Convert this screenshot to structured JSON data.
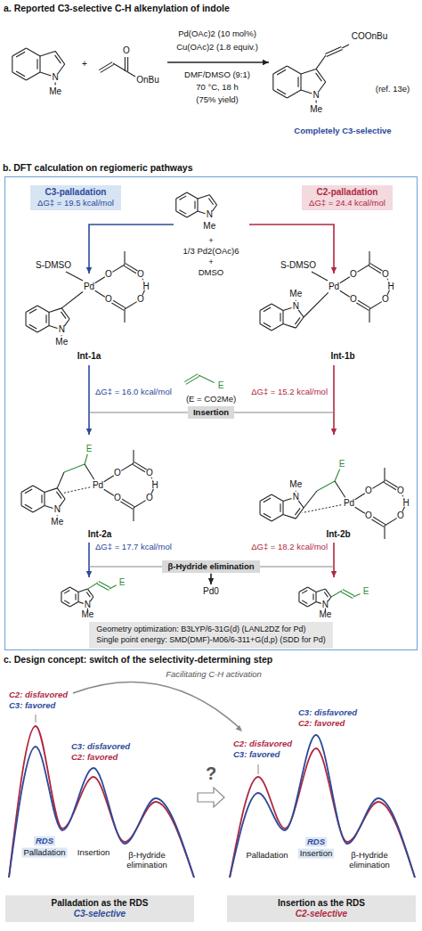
{
  "diagram": {
    "nodes": [
      {
        "text": [
          "b. DFT calculation on regiomeric pathways"
        ]
      },
      {
        "text": [
          "C3-palladation",
          "ΔG‡ = 19.5 kcal/mol"
        ],
        "in": 0
      },
      {
        "text": [
          "C2-palladation",
          "ΔG‡ = 24.4 kcal/mol"
        ],
        "in": 0
      },
      {
        "text": [
          "Insertion"
        ],
        "in": 0
      },
      {
        "text": [
          "β-Hydride elimination"
        ],
        "in": 0
      },
      {
        "text": [
          "Geometry optimization: B3LYP/6-31G(d) (LANL2DZ for Pd)",
          "Single point energy: SMD(DMF)-M06/6-311+G(d,p) (SDD for Pd)"
        ],
        "in": 0
      },
      {
        "text": [
          "Palladation as the RDS",
          "C3-selective"
        ]
      },
      {
        "text": [
          "Insertion as the RDS",
          "C2-selective"
        ]
      }
    ],
    "labels": [
      "a. Reported C3-selective C-H alkenylation of indole",
      "N",
      "Me",
      "+",
      "O",
      "OnBu",
      "Pd(OAc)2 (10 mol%)",
      "Cu(OAc)2 (1.8 equiv.)",
      "DMF/DMSO (9:1)",
      "70 °C, 18 h",
      "(75% yield)",
      "COOnBu",
      "N",
      "Me",
      "(ref. 13e)",
      "Completely C3-selective",
      "N",
      "Me",
      "+",
      "1/3 Pd2(OAc)6",
      "+",
      "DMSO",
      "S-DMSO",
      "Pd",
      "O",
      "O",
      "O",
      "O",
      "H",
      "N",
      "Me",
      "Int-1a",
      "S-DMSO",
      "Pd",
      "O",
      "O",
      "O",
      "O",
      "H",
      "N",
      "Me",
      "Int-1b",
      "E",
      "(E = CO2Me)",
      "ΔG‡ = 16.0 kcal/mol",
      "ΔG‡ = 15.2 kcal/mol",
      "E",
      "Pd",
      "O",
      "O",
      "O",
      "O",
      "H",
      "N",
      "Me",
      "Int-2a",
      "E",
      "Pd",
      "O",
      "O",
      "O",
      "O",
      "H",
      "N",
      "Me",
      "Int-2b",
      "ΔG‡ = 17.7 kcal/mol",
      "ΔG‡ = 18.2 kcal/mol",
      "Pd0",
      "N",
      "Me",
      "E",
      "N",
      "Me",
      "E",
      "c. Design concept: switch of the selectivity-determining step",
      "C2: disfavored",
      "C3: favored",
      "C3: disfavored",
      "C2: favored",
      "Facilitating C-H activation",
      "C2: disfavored",
      "C3: favored",
      "C3: disfavored",
      "C2: favored",
      "RDS",
      "Palladation",
      "Insertion",
      "β-Hydride elimination",
      "Palladation",
      "RDS",
      "Insertion",
      "β-Hydride elimination",
      "?"
    ]
  }
}
